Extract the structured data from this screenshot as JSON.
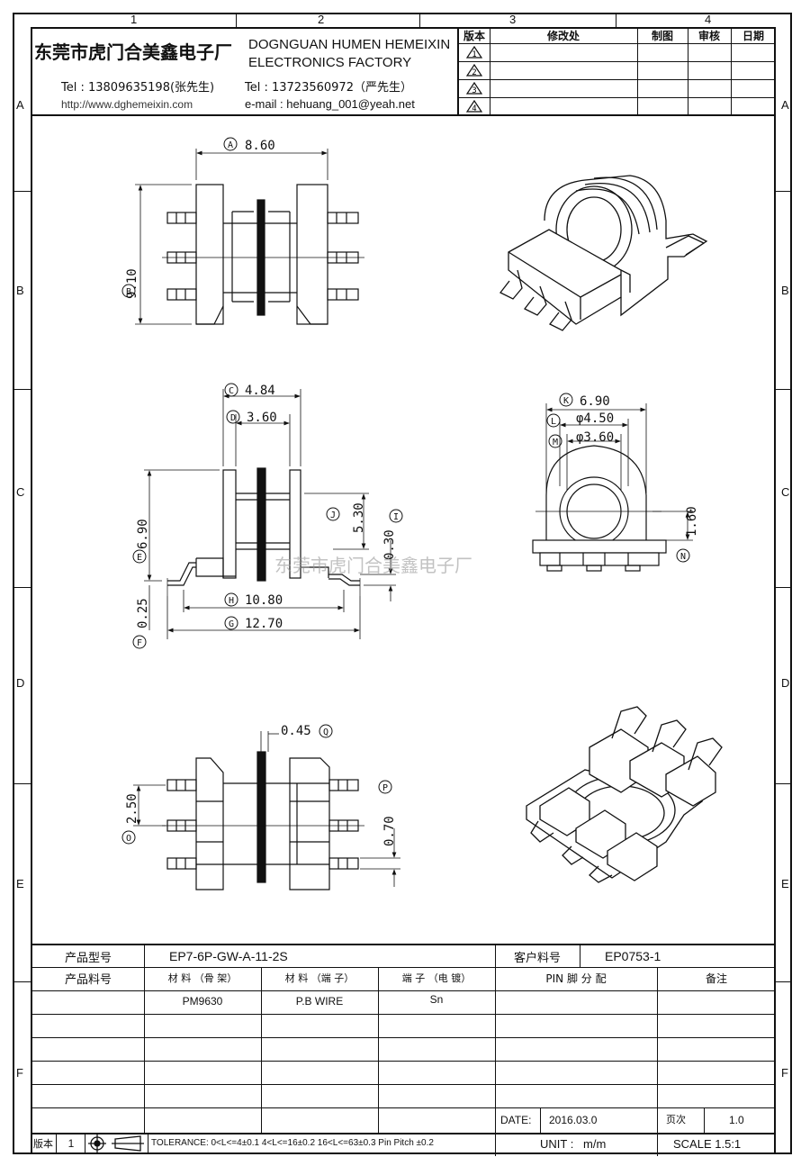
{
  "grid": {
    "col_labels": [
      "1",
      "2",
      "3",
      "4"
    ],
    "row_labels": [
      "A",
      "B",
      "C",
      "D",
      "E",
      "F"
    ]
  },
  "header": {
    "company_cn": "东莞市虎门合美鑫电子厂",
    "company_en_1": "DOGNGUAN HUMEN HEMEIXIN",
    "company_en_2": "ELECTRONICS FACTORY",
    "tel_1": "Tel : 13809635198(张先生)",
    "tel_2": "Tel : 13723560972（严先生）",
    "url": "http://www.dghemeixin.com",
    "email": "e-mail : hehuang_001@yeah.net"
  },
  "revision_table": {
    "col_version": "版本",
    "col_change": "修改处",
    "col_drawn": "制图",
    "col_check": "审核",
    "col_date": "日期",
    "revisions": [
      "1",
      "2",
      "3",
      "4"
    ]
  },
  "dimensions": {
    "A": {
      "letter": "A",
      "value": "8.60"
    },
    "B": {
      "letter": "B",
      "value": "9.10"
    },
    "C": {
      "letter": "C",
      "value": "4.84"
    },
    "D": {
      "letter": "D",
      "value": "3.60"
    },
    "E": {
      "letter": "E",
      "value": "6.90"
    },
    "F": {
      "letter": "F",
      "value": "0.25"
    },
    "G": {
      "letter": "G",
      "value": "12.70"
    },
    "H": {
      "letter": "H",
      "value": "10.80"
    },
    "I": {
      "letter": "I",
      "value": "0.30"
    },
    "J": {
      "letter": "J",
      "value": "5.30"
    },
    "K": {
      "letter": "K",
      "value": "6.90"
    },
    "L": {
      "letter": "L",
      "value": "φ4.50"
    },
    "M": {
      "letter": "M",
      "value": "φ3.60"
    },
    "N": {
      "letter": "N",
      "value": "1.60"
    },
    "O": {
      "letter": "O",
      "value": "2.50"
    },
    "P": {
      "letter": "P",
      "value": "0.70"
    },
    "Q": {
      "letter": "Q",
      "value": "0.45"
    }
  },
  "watermark": "东莞市虎门合美鑫电子厂",
  "title_block": {
    "product_model_label": "产品型号",
    "product_model": "EP7-6P-GW-A-11-2S",
    "customer_pn_label": "客户料号",
    "customer_pn": "EP0753-1",
    "product_pn_label": "产品料号",
    "mat_bobbin_label": "材 料 （骨 架）",
    "mat_pin_label": "材 料 （端 子）",
    "plating_label": "端 子 （电 镀）",
    "pin_assign_label": "PIN 脚 分 配",
    "remark_label": "备注",
    "mat_bobbin": "PM9630",
    "mat_pin": "P.B WIRE",
    "plating": "Sn",
    "date_label": "DATE:",
    "date": "2016.03.0",
    "version_label": "版本",
    "version": "1",
    "tolerance": "TOLERANCE:  0<L<=4±0.1  4<L<=16±0.2  16<L<=63±0.3  Pin Pitch  ±0.2",
    "unit_label": "UNIT  :",
    "unit": "m/m",
    "scale": "SCALE  1.5:1",
    "page_label": "页次",
    "page": "1.0"
  }
}
